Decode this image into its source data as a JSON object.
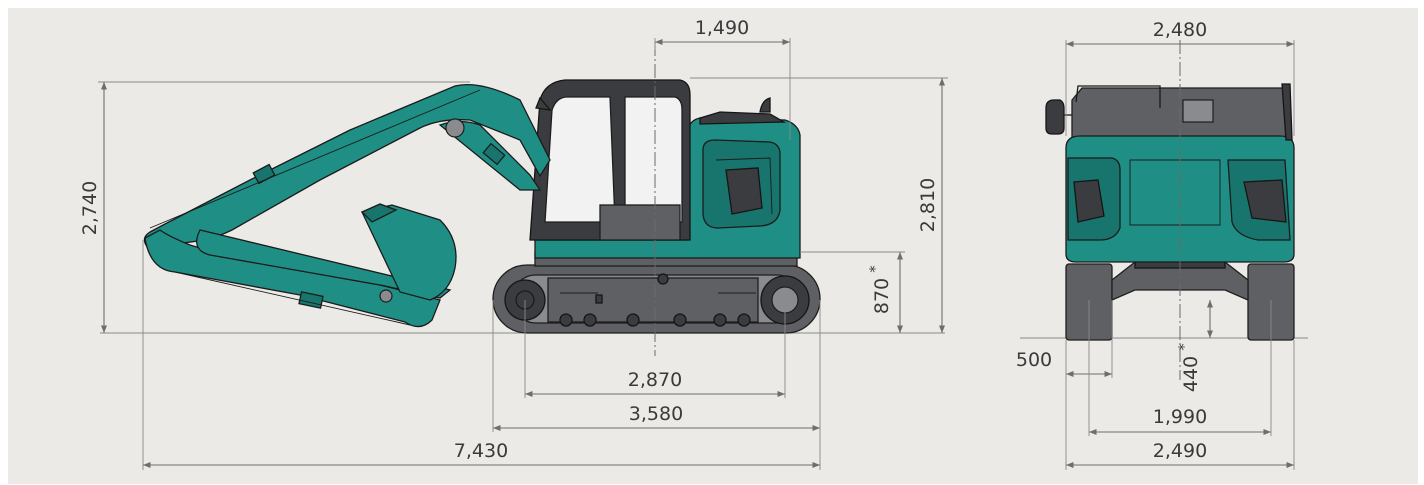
{
  "dimensions": {
    "side_view": {
      "cab_rear_radius": "1,490",
      "overall_height": "2,740",
      "cab_height": "2,810",
      "counterweight_clearance": "870",
      "counterweight_clearance_note": "*",
      "tumbler_distance": "2,870",
      "track_length": "3,580",
      "transport_length": "7,430"
    },
    "front_view": {
      "upper_width": "2,480",
      "shoe_width": "500",
      "ground_clearance": "440",
      "ground_clearance_note": "*",
      "track_gauge": "1,990",
      "overall_width": "2,490"
    }
  },
  "colors": {
    "background": "#ebeae7",
    "body_teal": "#1f8f86",
    "undercarriage_grey": "#5f6063",
    "dimension_line": "#6e6e6e"
  }
}
